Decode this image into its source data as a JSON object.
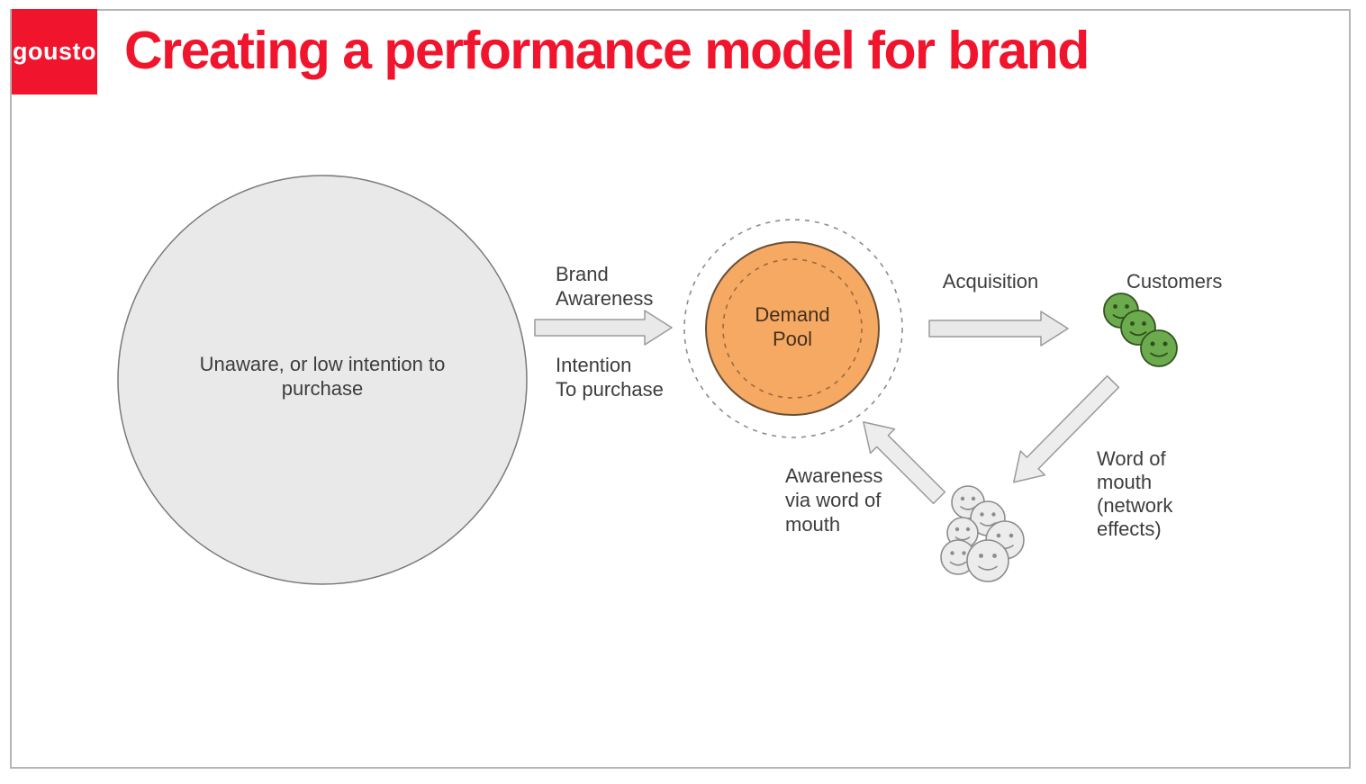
{
  "header": {
    "logo_text": "gousto",
    "title": "Creating a performance model for brand"
  },
  "diagram": {
    "unaware_circle_label": "Unaware, or low intention to\npurchase",
    "brand_awareness_label": "Brand\nAwareness",
    "intention_label": "Intention\nTo purchase",
    "demand_pool_label": "Demand\nPool",
    "acquisition_label": "Acquisition",
    "customers_label": "Customers",
    "word_of_mouth_label": "Word of\nmouth\n(network\neffects)",
    "awareness_wom_label": "Awareness\nvia word of\nmouth",
    "customer_smiley_count": 3,
    "wom_smiley_count": 6
  },
  "colors": {
    "brand_red": "#f0142d",
    "demand_pool_orange": "#f6a963",
    "demand_pool_border": "#6b4f35",
    "customer_green": "#6caa4e",
    "customer_green_border": "#33531f",
    "shape_gray_fill": "#e9e9e9",
    "shape_gray_stroke": "#8c8c8c",
    "text_gray": "#3d3d3d",
    "frame_border_gray": "#b5b5b5"
  }
}
